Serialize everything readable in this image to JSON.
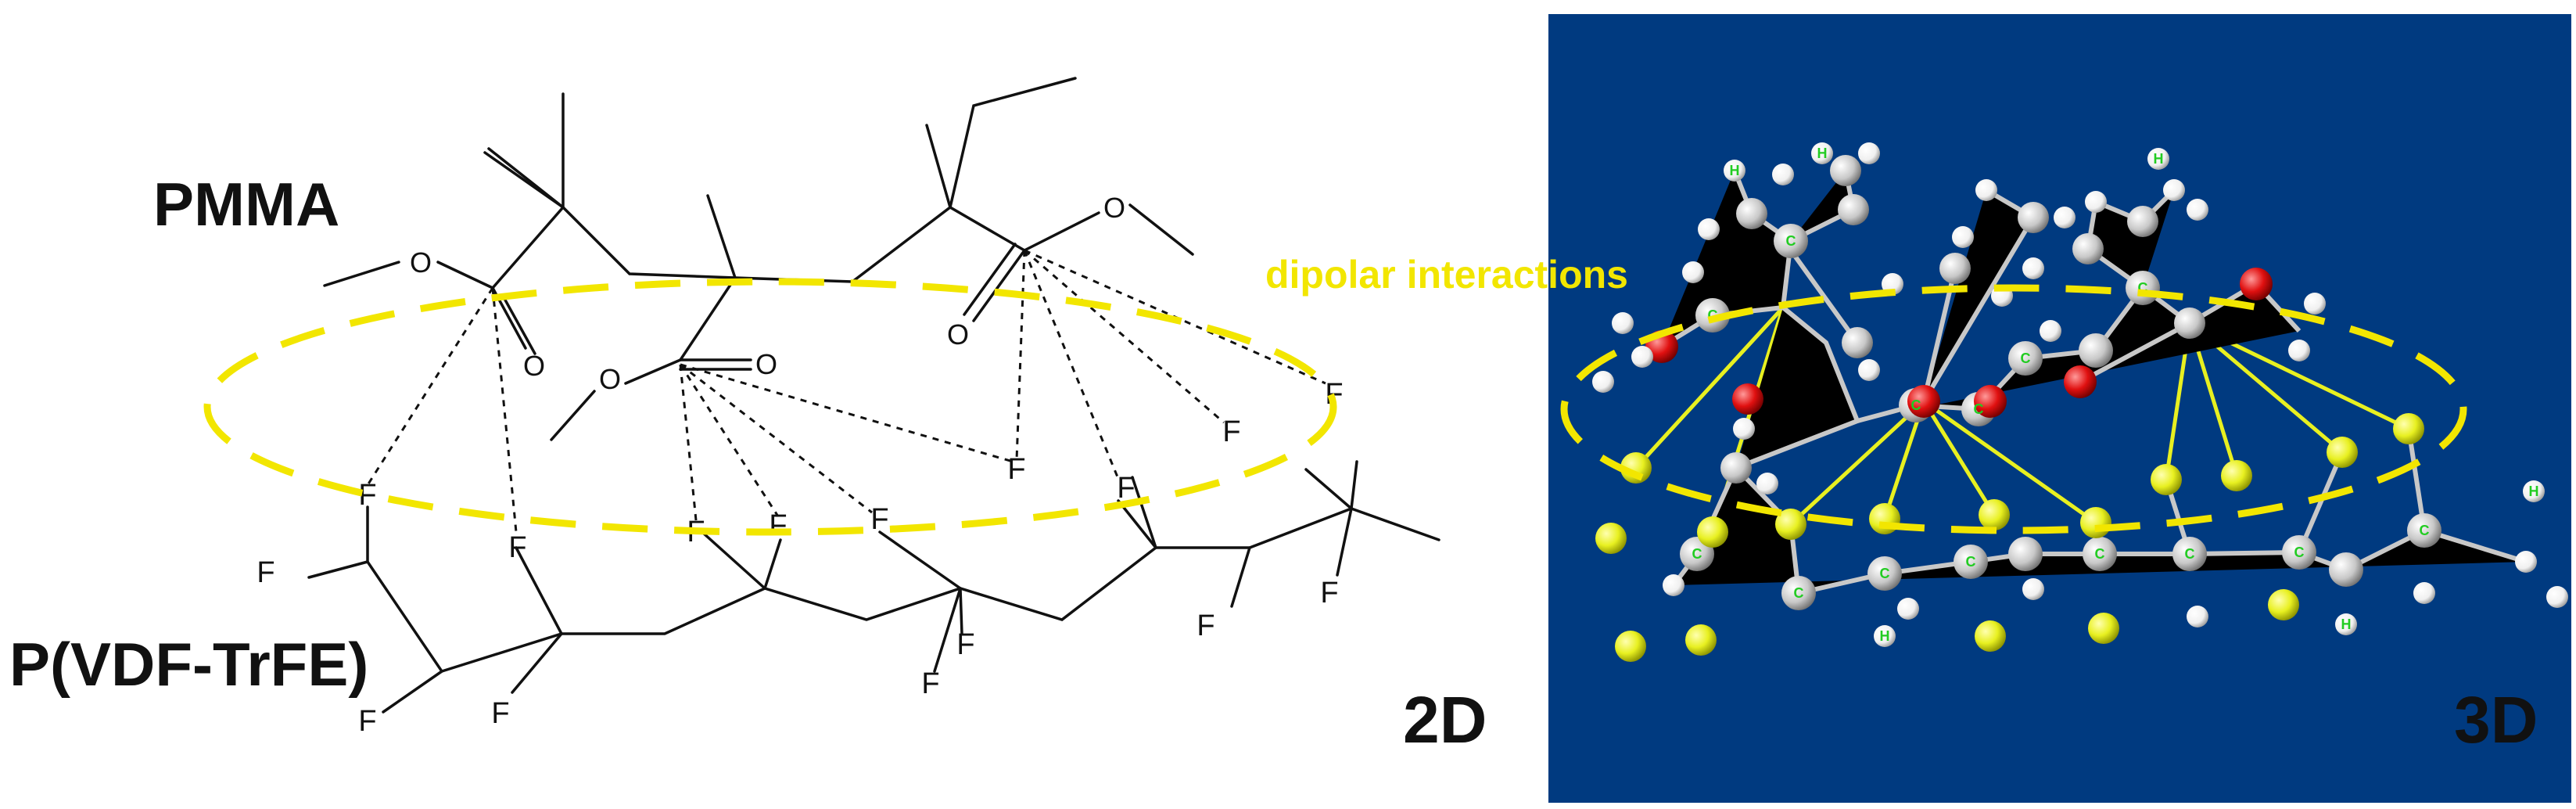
{
  "labels": {
    "pmma": "PMMA",
    "pvdf_trfe": "P(VDF-TrFE)",
    "view_2d": "2D",
    "view_3d": "3D",
    "dipolar": "dipolar interactions"
  },
  "atoms": {
    "oxygen": "O",
    "fluorine": "F",
    "carbon": "C",
    "hydrogen": "H"
  },
  "colors": {
    "panel_background": "#003a80",
    "highlight_yellow": "#f2e600",
    "bond_black": "#111111",
    "carbon_atom": "#c8c8c8",
    "oxygen_atom": "#e01010",
    "fluorine_atom": "#e8f020",
    "hydrogen_atom": "#f4f4f4",
    "atom_letter": "#22cc22"
  }
}
